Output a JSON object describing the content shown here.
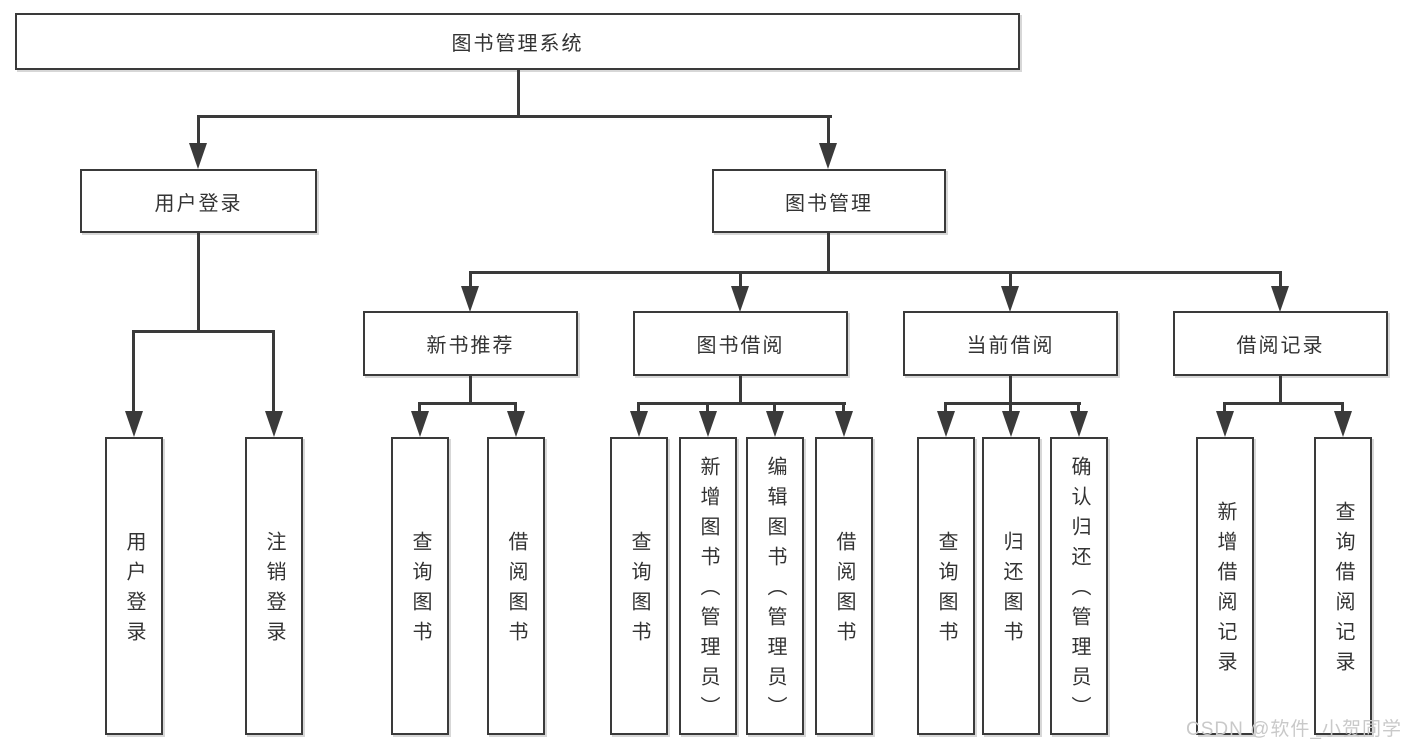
{
  "diagram_type": "hierarchy-tree",
  "colors": {
    "line": "#3a3a3a",
    "text": "#333333",
    "box_fill": "#ffffff",
    "watermark": "#c9c9c9"
  },
  "root": {
    "label": "图书管理系统"
  },
  "branches": [
    {
      "label": "用户登录",
      "leaves": [
        {
          "label": "用户登录"
        },
        {
          "label": "注销登录"
        }
      ]
    },
    {
      "label": "图书管理",
      "groups": [
        {
          "label": "新书推荐",
          "leaves": [
            {
              "label": "查询图书"
            },
            {
              "label": "借阅图书"
            }
          ]
        },
        {
          "label": "图书借阅",
          "leaves": [
            {
              "label": "查询图书"
            },
            {
              "label": "新增图书（管理员）"
            },
            {
              "label": "编辑图书（管理员）"
            },
            {
              "label": "借阅图书"
            }
          ]
        },
        {
          "label": "当前借阅",
          "leaves": [
            {
              "label": "查询图书"
            },
            {
              "label": "归还图书"
            },
            {
              "label": "确认归还（管理员）"
            }
          ]
        },
        {
          "label": "借阅记录",
          "leaves": [
            {
              "label": "新增借阅记录"
            },
            {
              "label": "查询借阅记录"
            }
          ]
        }
      ]
    }
  ],
  "watermark": "CSDN @软件_小贺同学"
}
